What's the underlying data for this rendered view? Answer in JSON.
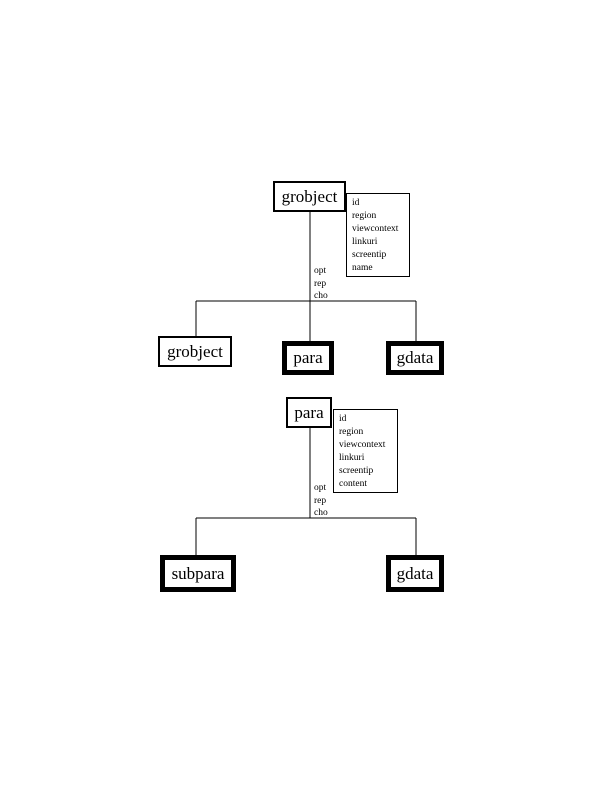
{
  "diagram1": {
    "root": "grobject",
    "attributes": [
      "id",
      "region",
      "viewcontext",
      "linkuri",
      "screentip",
      "name"
    ],
    "occurrence": [
      "opt",
      "rep",
      "cho"
    ],
    "children": [
      "grobject",
      "para",
      "gdata"
    ]
  },
  "diagram2": {
    "root": "para",
    "attributes": [
      "id",
      "region",
      "viewcontext",
      "linkuri",
      "screentip",
      "content"
    ],
    "occurrence": [
      "opt",
      "rep",
      "cho"
    ],
    "children": [
      "subpara",
      "gdata"
    ]
  }
}
